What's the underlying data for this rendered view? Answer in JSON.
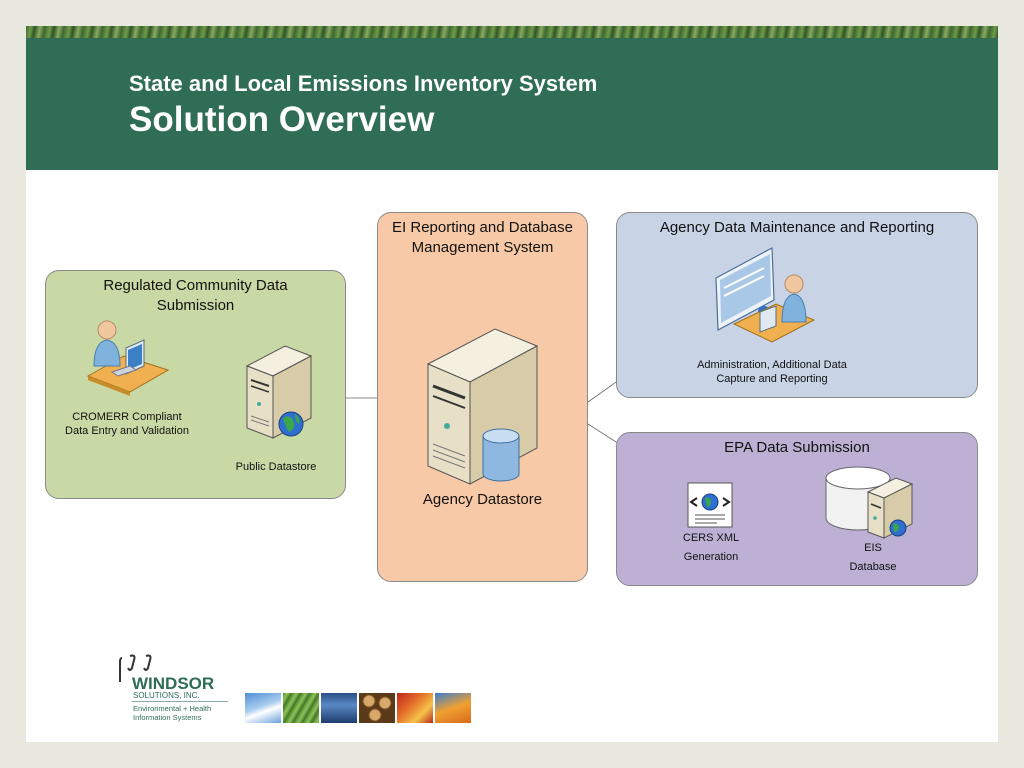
{
  "header": {
    "title_line1": "State and Local Emissions Inventory System",
    "title_line2": "Solution Overview"
  },
  "boxes": {
    "regulated": {
      "title": "Regulated Community Data Submission",
      "color": "#c9d9a6",
      "data_entry_label_1": "CROMERR Compliant",
      "data_entry_label_2": "Data Entry and Validation",
      "public_datastore_label": "Public Datastore"
    },
    "ei_reporting": {
      "title": "EI Reporting and Database Management System",
      "color": "#f8c9a6",
      "agency_datastore_label": "Agency Datastore"
    },
    "agency_maintenance": {
      "title": "Agency Data Maintenance and Reporting",
      "color": "#c8d4e6",
      "admin_label_1": "Administration, Additional Data",
      "admin_label_2": "Capture and Reporting"
    },
    "epa_submission": {
      "title": "EPA Data Submission",
      "color": "#bdb0d4",
      "cers_label_1": "CERS XML",
      "cers_label_2": "Generation",
      "eis_label_1": "EIS",
      "eis_label_2": "Database"
    }
  },
  "logo": {
    "name": "WINDSOR",
    "subname": "SOLUTIONS, INC.",
    "tagline_1": "Environmental + Health",
    "tagline_2": "Information Systems",
    "color": "#2f6e55"
  },
  "photos": [
    "sky-photo",
    "grass-photo",
    "water-photo",
    "logs-photo",
    "leaves-photo",
    "autumn-photo"
  ]
}
